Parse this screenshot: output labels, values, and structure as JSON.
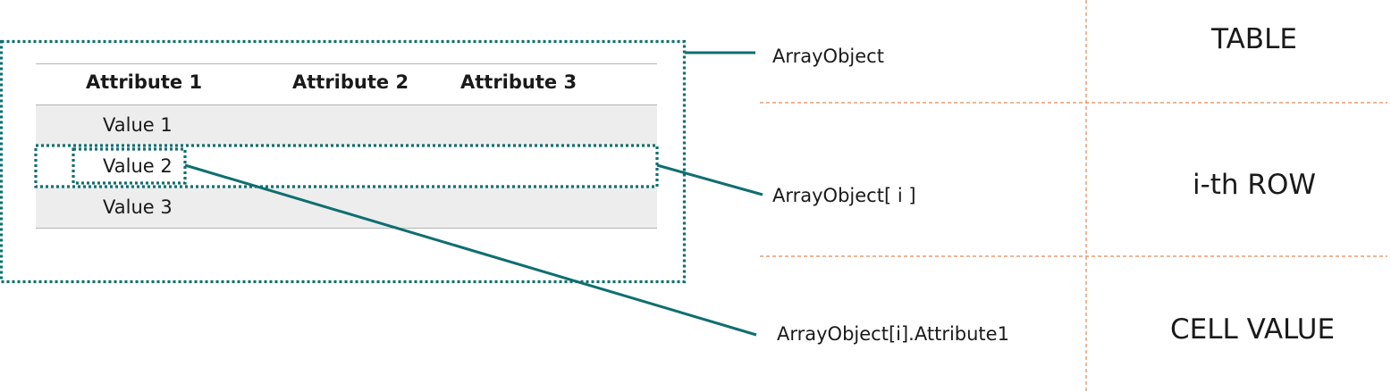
{
  "table": {
    "headers": [
      "Attribute 1",
      "Attribute 2",
      "Attribute 3"
    ],
    "rows": [
      "Value 1",
      "Value 2",
      "Value 3"
    ]
  },
  "callouts": {
    "array": "ArrayObject",
    "row": "ArrayObject[ i ]",
    "cell": "ArrayObject[i].Attribute1"
  },
  "levels": {
    "table": "TABLE",
    "row": "i-th ROW",
    "cell": "CELL VALUE"
  },
  "colors": {
    "teal": "#0f6e70",
    "separator": "#e08a5a",
    "row_fill": "#ededed",
    "rule": "#b5b5b5"
  }
}
